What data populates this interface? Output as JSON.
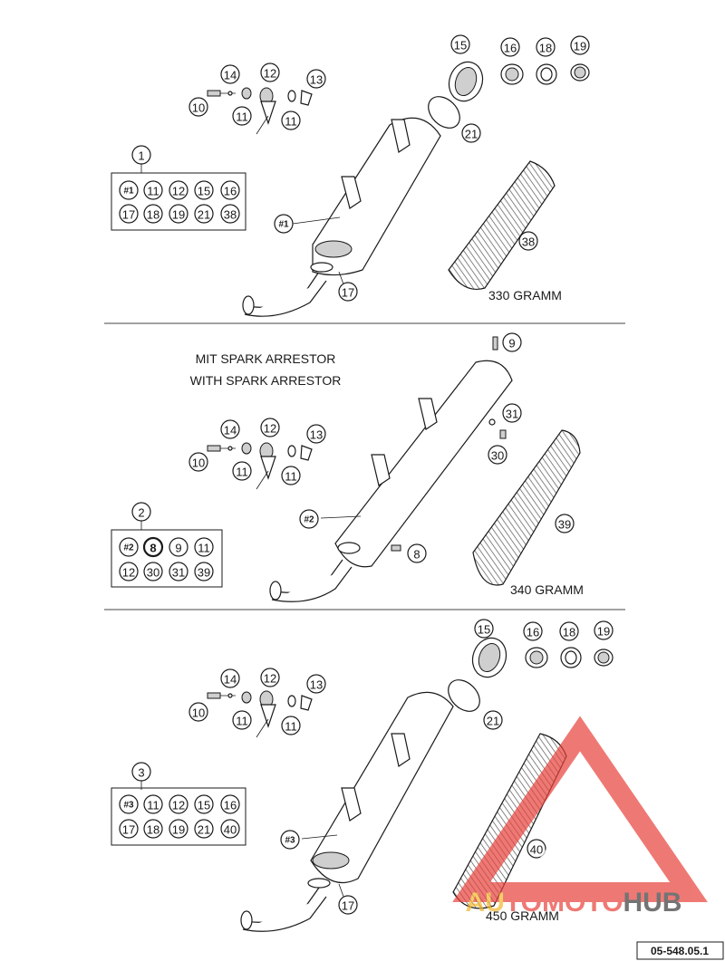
{
  "sections": [
    {
      "group_number": "1",
      "kit_rows": [
        [
          "#1",
          "11",
          "12",
          "15",
          "16"
        ],
        [
          "17",
          "18",
          "19",
          "21",
          "38"
        ]
      ],
      "callouts": {
        "c14": "14",
        "c12": "12",
        "c13": "13",
        "c10": "10",
        "c11a": "11",
        "c11b": "11",
        "c15": "15",
        "c16": "16",
        "c18": "18",
        "c19": "19",
        "c21": "21",
        "c17": "17",
        "cref": "#1",
        "c38": "38"
      },
      "weight": "330 GRAMM"
    },
    {
      "group_number": "2",
      "kit_rows": [
        [
          "#2",
          "8",
          "9",
          "11"
        ],
        [
          "12",
          "30",
          "31",
          "39"
        ]
      ],
      "title_de": "MIT SPARK ARRESTOR",
      "title_en": "WITH SPARK ARRESTOR",
      "callouts": {
        "c14": "14",
        "c12": "12",
        "c13": "13",
        "c10": "10",
        "c11a": "11",
        "c11b": "11",
        "c9": "9",
        "c31": "31",
        "c30": "30",
        "cref": "#2",
        "c8": "8",
        "c39": "39"
      },
      "weight": "340 GRAMM"
    },
    {
      "group_number": "3",
      "kit_rows": [
        [
          "#3",
          "11",
          "12",
          "15",
          "16"
        ],
        [
          "17",
          "18",
          "19",
          "21",
          "40"
        ]
      ],
      "callouts": {
        "c14": "14",
        "c12": "12",
        "c13": "13",
        "c10": "10",
        "c11a": "11",
        "c11b": "11",
        "c15": "15",
        "c16": "16",
        "c18": "18",
        "c19": "19",
        "c21": "21",
        "c17": "17",
        "cref": "#3",
        "c40": "40"
      },
      "weight": "450 GRAMM"
    }
  ],
  "watermark": {
    "text": "AUTOMOTOHUB",
    "accent_color": "#e8413a",
    "secondary_color": "#f2b72a"
  },
  "doc_number": "05-548.05.1"
}
